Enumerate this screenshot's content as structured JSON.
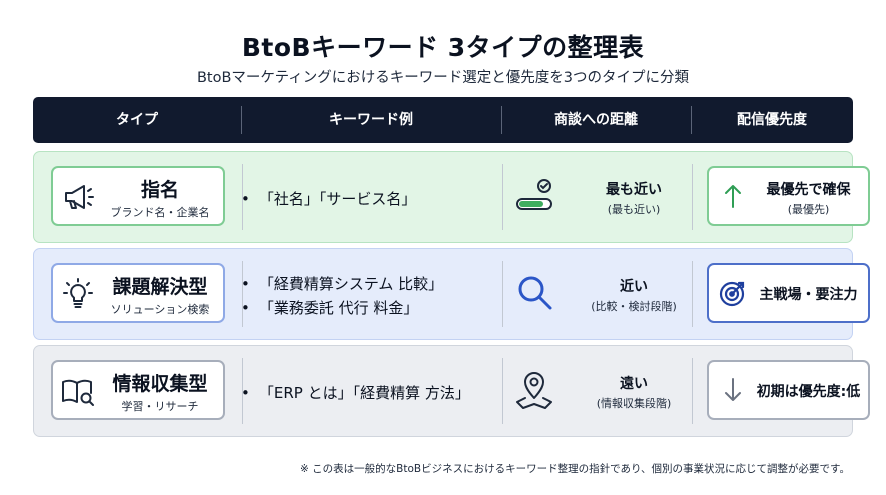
{
  "title": "BtoBキーワード 3タイプの整理表",
  "subtitle": "BtoBマーケティングにおけるキーワード選定と優先度を3つのタイプに分類",
  "columns": [
    "タイプ",
    "キーワード例",
    "商談への距離",
    "配信優先度"
  ],
  "rows": [
    {
      "type_name": "指名",
      "type_sub": "ブランド名・企業名",
      "type_icon": "megaphone-icon",
      "keywords": [
        "「社名」「サービス名」"
      ],
      "distance": "最も近い",
      "distance_sub": "(最も近い)",
      "distance_icon": "toggle-check-icon",
      "priority": "最優先で確保",
      "priority_sub": "(最優先)",
      "priority_icon": "arrow-up-icon",
      "accent": "#7fcc94"
    },
    {
      "type_name": "課題解決型",
      "type_sub": "ソリューション検索",
      "type_icon": "lightbulb-icon",
      "keywords": [
        "「経費精算システム 比較」",
        "「業務委託 代行 料金」"
      ],
      "distance": "近い",
      "distance_sub": "(比較・検討段階)",
      "distance_icon": "magnifier-icon",
      "priority": "主戦場・要注力",
      "priority_sub": "",
      "priority_icon": "target-icon",
      "accent": "#4d6fc9"
    },
    {
      "type_name": "情報収集型",
      "type_sub": "学習・リサーチ",
      "type_icon": "book-search-icon",
      "keywords": [
        "「ERP とは」「経費精算 方法」"
      ],
      "distance": "遠い",
      "distance_sub": "(情報収集段階)",
      "distance_icon": "map-pin-icon",
      "priority": "初期は優先度:低",
      "priority_sub": "",
      "priority_icon": "arrow-down-icon",
      "accent": "#a7aebb"
    }
  ],
  "footnote": "※ この表は一般的なBtoBビジネスにおけるキーワード整理の指針であり、個別の事業状況に応じて調整が必要です。"
}
